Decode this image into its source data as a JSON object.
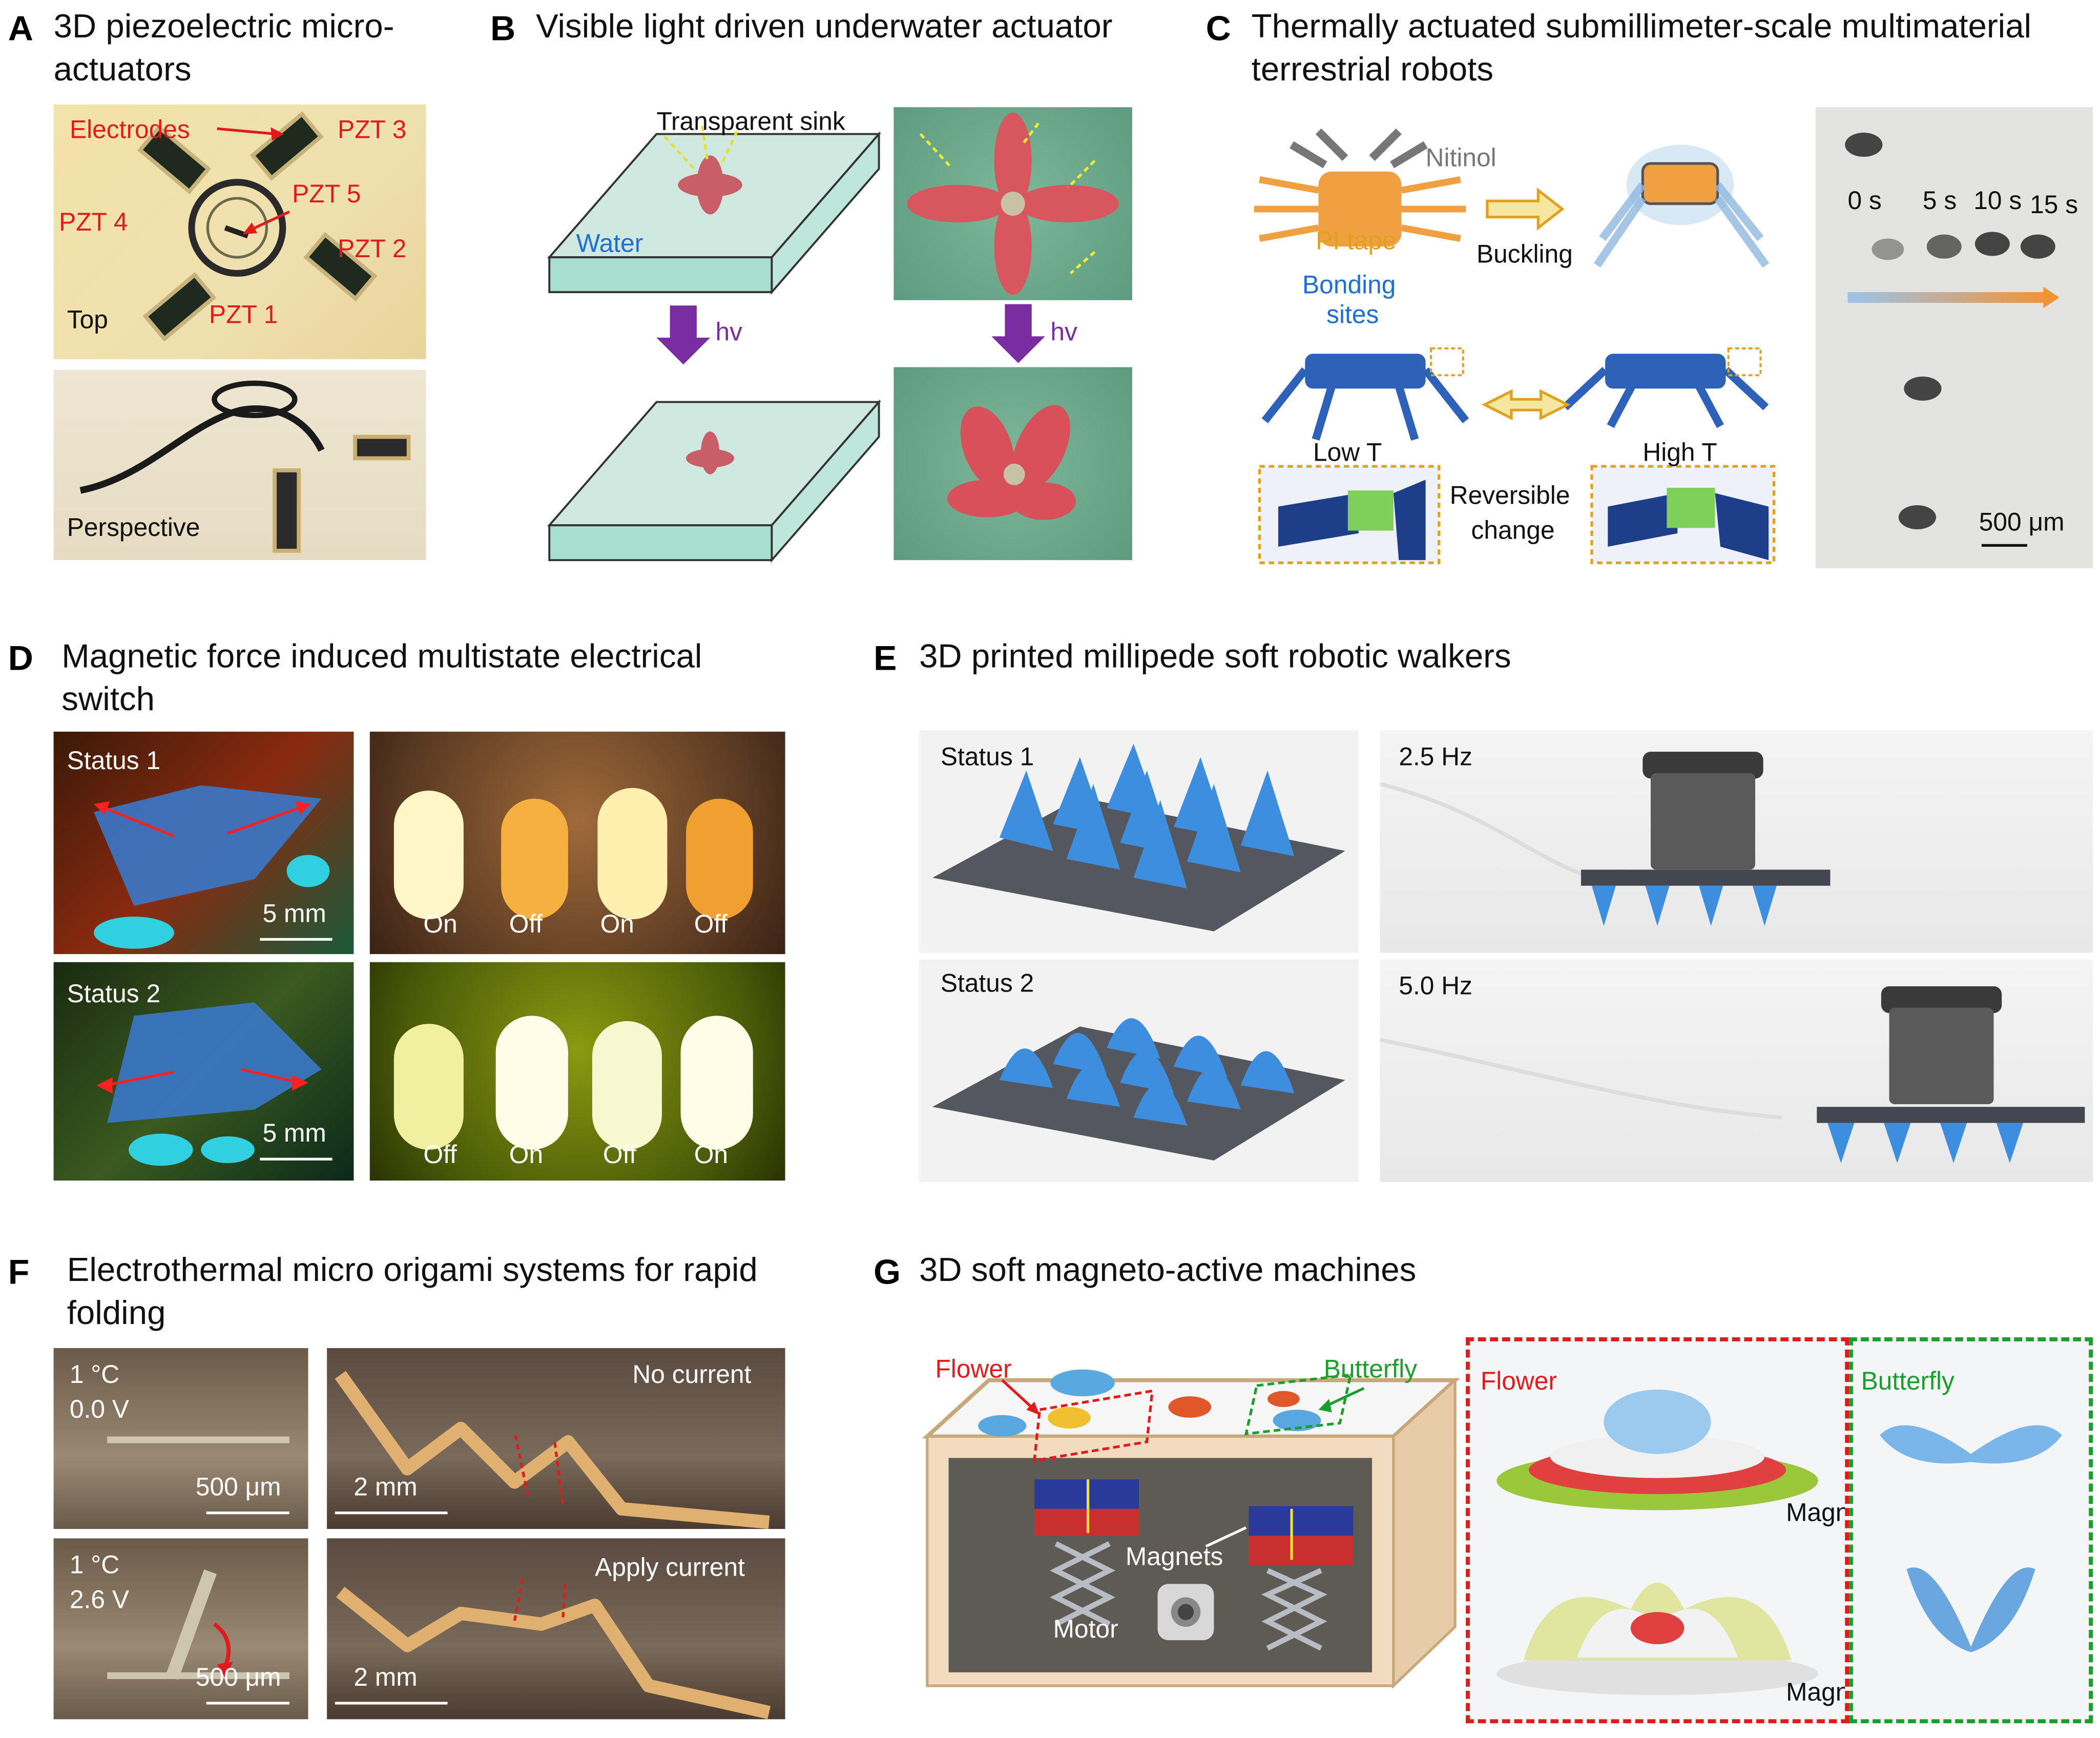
{
  "panels": {
    "A": {
      "letter": "A",
      "title_line1": "3D piezoelectric micro-",
      "title_line2": "actuators",
      "labels": {
        "electrodes": "Electrodes",
        "pzt3": "PZT 3",
        "pzt5": "PZT 5",
        "pzt4": "PZT 4",
        "pzt2": "PZT 2",
        "pzt1": "PZT 1",
        "top": "Top",
        "perspective": "Perspective"
      }
    },
    "B": {
      "letter": "B",
      "title": "Visible light driven underwater actuator",
      "labels": {
        "sink": "Transparent sink",
        "water": "Water",
        "hv1": "hv",
        "hv2": "hv"
      }
    },
    "C": {
      "letter": "C",
      "title_line1": "Thermally actuated submillimeter-scale multimaterial",
      "title_line2": "terrestrial robots",
      "labels": {
        "nitinol": "Nitinol",
        "pi_tape": "PI tape",
        "buckling": "Buckling",
        "bonding1": "Bonding",
        "bonding2": "sites",
        "low_t": "Low T",
        "high_t": "High T",
        "reversible1": "Reversible",
        "reversible2": "change",
        "t0": "0 s",
        "t5": "5 s",
        "t10": "10 s",
        "t15": "15 s",
        "scale": "500 μm"
      }
    },
    "D": {
      "letter": "D",
      "title_line1": "Magnetic force induced multistate electrical",
      "title_line2": "switch",
      "labels": {
        "status1": "Status 1",
        "status2": "Status 2",
        "scale1": "5 mm",
        "scale2": "5 mm"
      },
      "leds_row1": [
        "On",
        "Off",
        "On",
        "Off"
      ],
      "leds_row2": [
        "Off",
        "On",
        "Off",
        "On"
      ]
    },
    "E": {
      "letter": "E",
      "title": "3D printed millipede soft robotic walkers",
      "labels": {
        "status1": "Status 1",
        "status2": "Status 2",
        "f1": "2.5 Hz",
        "f2": "5.0 Hz"
      }
    },
    "F": {
      "letter": "F",
      "title_line1": "Electrothermal micro origami systems for rapid",
      "title_line2": "folding",
      "labels": {
        "temp1": "1 °C",
        "volt1": "0.0 V",
        "temp2": "1 °C",
        "volt2": "2.6 V",
        "scale_um1": "500 μm",
        "scale_um2": "500 μm",
        "scale_mm1": "2 mm",
        "scale_mm2": "2 mm",
        "no_current": "No current",
        "apply_current": "Apply current"
      }
    },
    "G": {
      "letter": "G",
      "title": "3D soft magneto-active machines",
      "labels": {
        "flower": "Flower",
        "butterfly": "Butterfly",
        "magnets": "Magnets",
        "motor": "Motor",
        "flower2": "Flower",
        "butterfly2": "Butterfly",
        "magnet_off": "Magnet off",
        "magnet_on": "Magnet on"
      }
    }
  },
  "colors": {
    "label_red": "#e01b1b",
    "label_blue": "#1f6fd1",
    "label_green": "#1b9e2e",
    "pi_orange": "#e0a020",
    "nitinol_gray": "#777777",
    "arrow_purple": "#7a2da0"
  }
}
